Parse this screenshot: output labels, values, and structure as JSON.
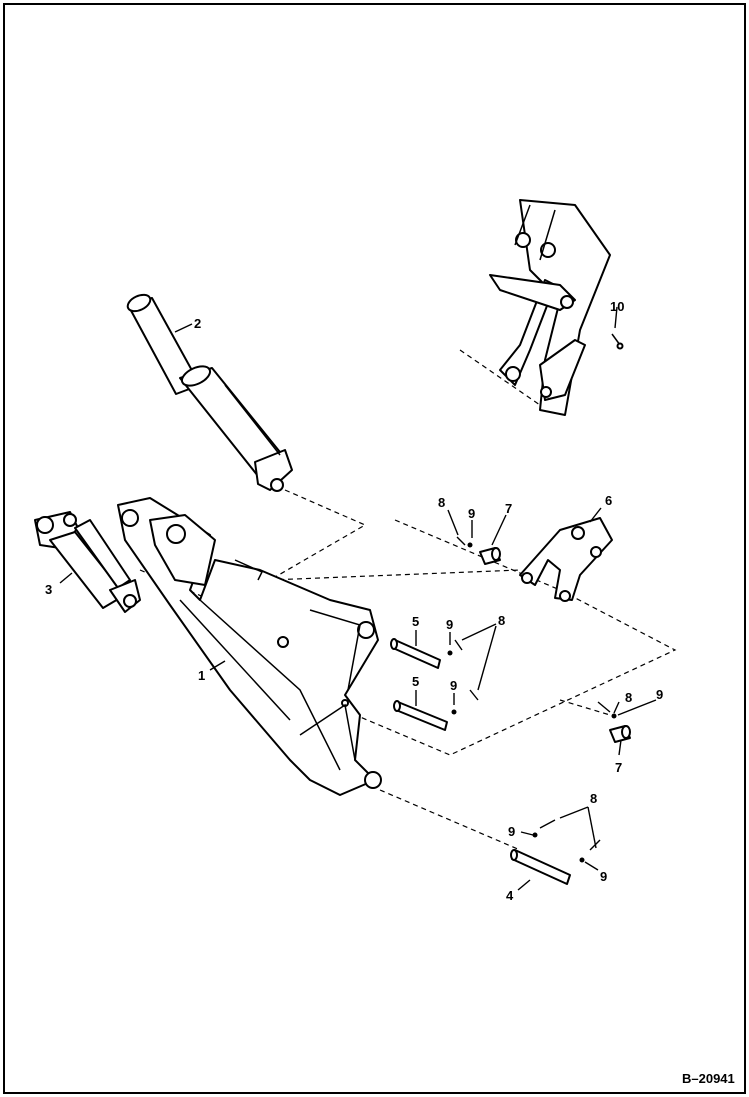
{
  "figure_number": "B–20941",
  "callouts": {
    "c1": "1",
    "c2": "2",
    "c3": "3",
    "c4": "4",
    "c5a": "5",
    "c5b": "5",
    "c6": "6",
    "c7a": "7",
    "c7b": "7",
    "c8a": "8",
    "c8b": "8",
    "c8c": "8",
    "c8d": "8",
    "c9a": "9",
    "c9b": "9",
    "c9c": "9",
    "c9d": "9",
    "c9e": "9",
    "c9f": "9",
    "c10": "10"
  },
  "colors": {
    "line": "#000000",
    "background": "#ffffff"
  }
}
